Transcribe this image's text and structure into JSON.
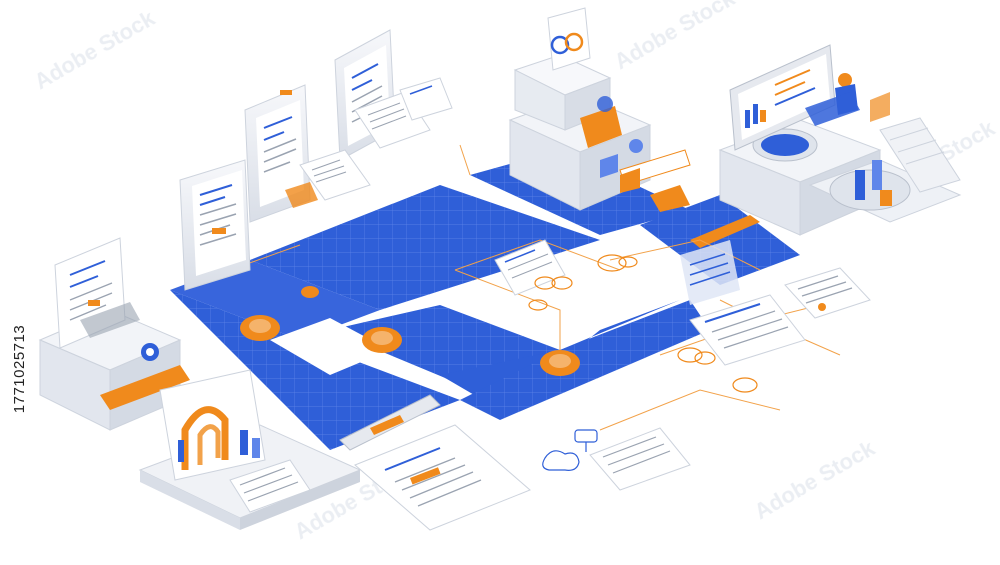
{
  "image": {
    "kind": "isometric workflow illustration",
    "side_text": "1771025713",
    "watermark_text": "Adobe Stock",
    "colors": {
      "blue": "#2f5fd8",
      "blue_light": "#5f86ea",
      "orange": "#f08a1c",
      "white": "#ffffff",
      "gray": "#e6e9ef",
      "gray_dark": "#b9c0cc",
      "line": "#f2a24a"
    },
    "icons": [
      "document-icon",
      "printer-icon",
      "monitor-icon",
      "chart-icon",
      "cloud-icon",
      "gear-icon",
      "node-icon"
    ]
  }
}
